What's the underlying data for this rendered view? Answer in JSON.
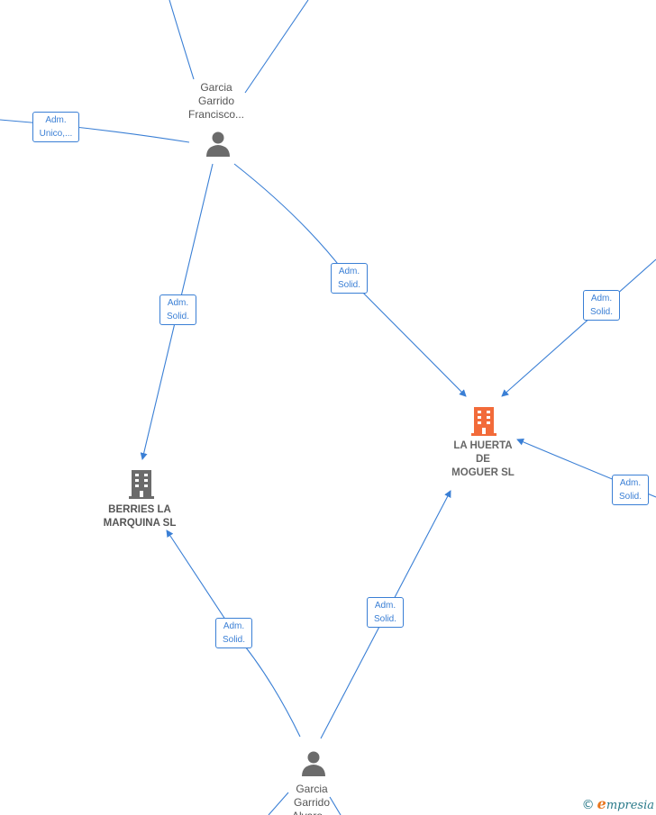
{
  "people": {
    "francisco": "Garcia\nGarrido\nFrancisco...",
    "alvaro": "Garcia\nGarrido\nAlvaro..."
  },
  "companies": {
    "la_huerta": "LA HUERTA\nDE\nMOGUER  SL",
    "berries": "BERRIES LA\nMARQUINA  SL"
  },
  "edge_labels": {
    "adm_unico": "Adm.\nUnico,...",
    "f_to_berries": "Adm.\nSolid.",
    "f_to_huerta": "Adm.\nSolid.",
    "right_top_to_huerta": "Adm.\nSolid.",
    "right_bottom_to_huerta": "Adm.\nSolid.",
    "a_to_berries": "Adm.\nSolid.",
    "a_to_huerta": "Adm.\nSolid."
  },
  "footer": {
    "copyright": "©",
    "brand_e": "e",
    "brand_rest": "mpresia"
  },
  "colors": {
    "edge": "#3a7fd5",
    "highlight_company": "#f26b3a",
    "company": "#6b6b6b",
    "person": "#6b6b6b"
  },
  "icons": {
    "person": "person-icon",
    "company": "building-icon"
  }
}
